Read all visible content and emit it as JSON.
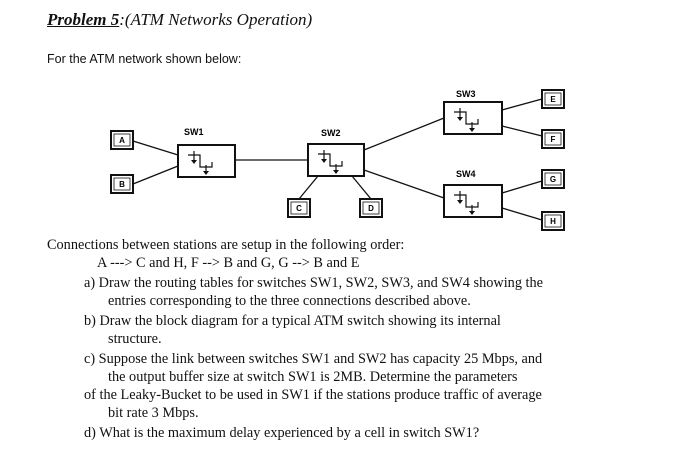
{
  "title": {
    "prefix": "Problem 5",
    "suffix": ":(ATM Networks Operation)"
  },
  "intro": "For the ATM network shown below:",
  "diagram": {
    "switches": {
      "sw1": "SW1",
      "sw2": "SW2",
      "sw3": "SW3",
      "sw4": "SW4"
    },
    "stations": {
      "a": "A",
      "b": "B",
      "c": "C",
      "d": "D",
      "e": "E",
      "f": "F",
      "g": "G",
      "h": "H"
    }
  },
  "text": {
    "connections": "Connections between stations are setup in the following order:",
    "order": "A ---> C and H, F --> B and G, G --> B and E",
    "a_line1": "a) Draw the routing tables for switches SW1, SW2, SW3, and SW4 showing the",
    "a_line2": "entries corresponding to the three connections described above.",
    "b_line1": "b) Draw the block diagram for a typical ATM switch showing its internal",
    "b_line2": "structure.",
    "c_line1": "c) Suppose the link between switches SW1 and SW2 has capacity 25 Mbps, and",
    "c_line2": "the output buffer size at switch SW1 is 2MB. Determine the parameters",
    "c_line3": "of the Leaky-Bucket to be used in SW1 if the stations produce traffic of average",
    "c_line4": "bit rate 3 Mbps.",
    "d_line1": "d) What is the maximum delay experienced by a cell in switch SW1?"
  }
}
